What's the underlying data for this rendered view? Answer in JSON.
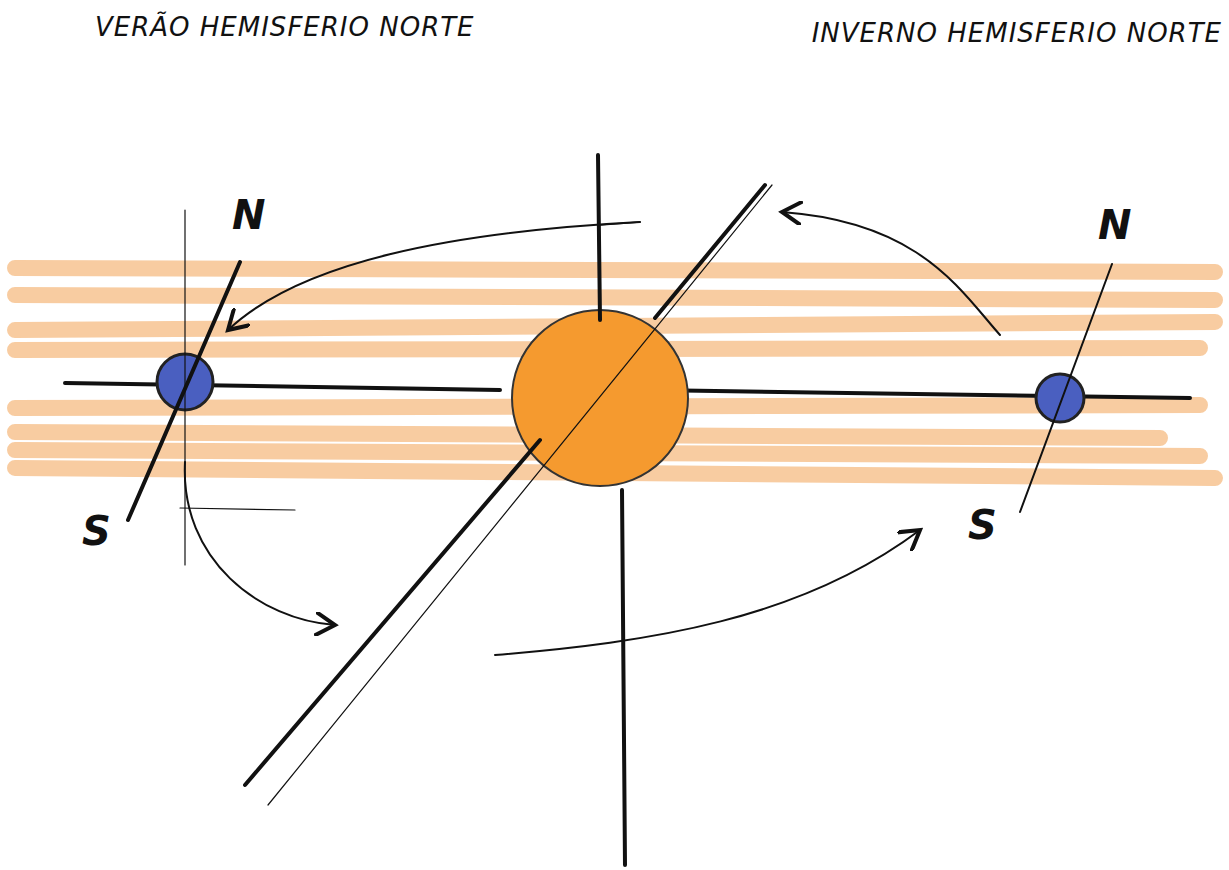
{
  "diagram": {
    "labels": [
      "VERÃO HEMISFERIO NORTE",
      "INVERNO HEMISFERIO NORTE",
      "N",
      "S",
      "N",
      "S"
    ]
  }
}
